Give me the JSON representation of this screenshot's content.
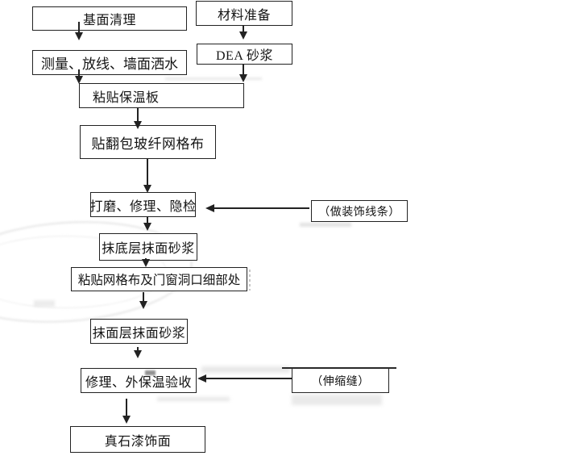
{
  "flowchart": {
    "nodes": [
      {
        "id": "base-clean",
        "label": "基面清理"
      },
      {
        "id": "material-prep",
        "label": "材料准备"
      },
      {
        "id": "dea-mortar",
        "label": "DEA 砂浆"
      },
      {
        "id": "measure-layout",
        "label": "测量、放线、墙面洒水"
      },
      {
        "id": "paste-board",
        "label": "粘贴保温板"
      },
      {
        "id": "wrap-mesh",
        "label": "贴翻包玻纤网格布"
      },
      {
        "id": "polish-check",
        "label": "打磨、修理、隐检"
      },
      {
        "id": "deco-line",
        "label": "（做装饰线条）"
      },
      {
        "id": "base-coat",
        "label": "抹底层抹面砂浆"
      },
      {
        "id": "mesh-detail",
        "label": "粘贴网格布及门窗洞口细部处"
      },
      {
        "id": "face-coat",
        "label": "抹面层抹面砂浆"
      },
      {
        "id": "repair-accept",
        "label": "修理、外保温验收"
      },
      {
        "id": "expansion-joint",
        "label": "（伸缩缝）"
      },
      {
        "id": "stone-paint",
        "label": "真石漆饰面"
      }
    ],
    "edges": [
      {
        "from": "base-clean",
        "to": "measure-layout"
      },
      {
        "from": "material-prep",
        "to": "dea-mortar"
      },
      {
        "from": "dea-mortar",
        "to": "paste-board"
      },
      {
        "from": "measure-layout",
        "to": "paste-board"
      },
      {
        "from": "paste-board",
        "to": "wrap-mesh"
      },
      {
        "from": "wrap-mesh",
        "to": "polish-check"
      },
      {
        "from": "deco-line",
        "to": "polish-check"
      },
      {
        "from": "polish-check",
        "to": "base-coat"
      },
      {
        "from": "base-coat",
        "to": "mesh-detail"
      },
      {
        "from": "mesh-detail",
        "to": "face-coat"
      },
      {
        "from": "face-coat",
        "to": "repair-accept"
      },
      {
        "from": "expansion-joint",
        "to": "repair-accept"
      },
      {
        "from": "repair-accept",
        "to": "stone-paint"
      }
    ],
    "colors": {
      "line": "#222222",
      "text": "#141414",
      "background": "#ffffff"
    }
  }
}
